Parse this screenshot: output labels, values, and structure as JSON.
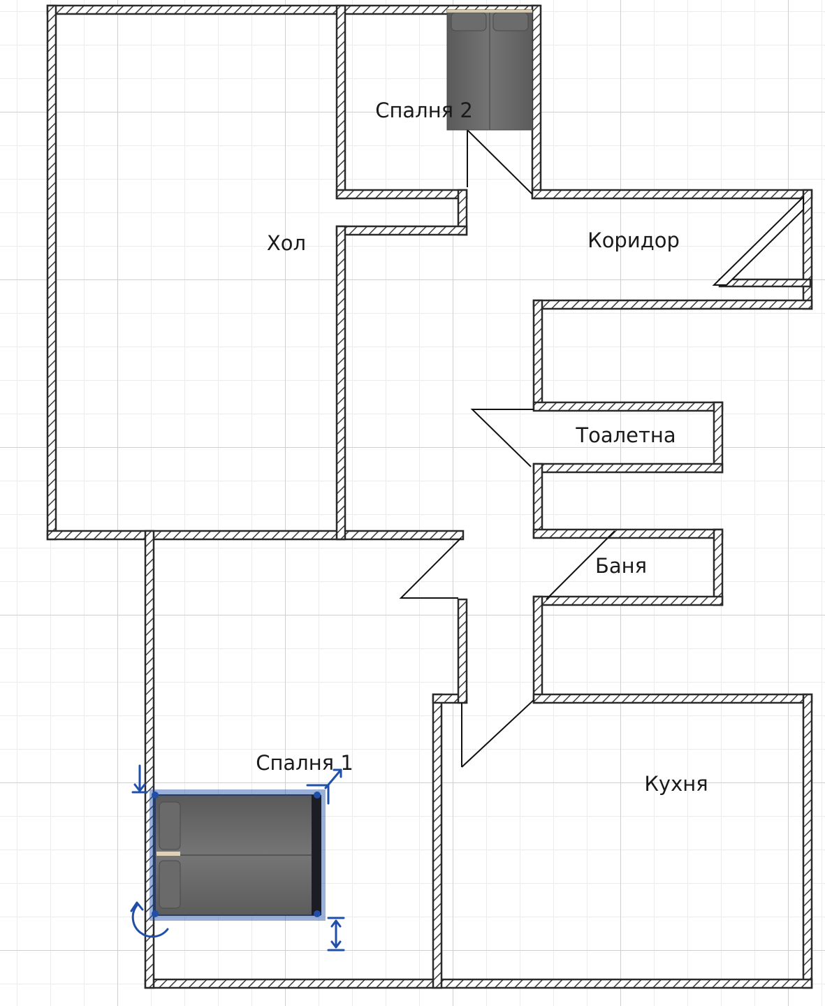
{
  "rooms": {
    "hall": "Хол",
    "bedroom2": "Спалня 2",
    "corridor": "Коридор",
    "toilet": "Тоалетна",
    "bath": "Баня",
    "bedroom1": "Спалня 1",
    "kitchen": "Кухня"
  },
  "colors": {
    "wall_outline": "#2a2a2a",
    "wall_fill": "#ffffff",
    "grid_major": "#cfcfcf",
    "grid_minor": "#ececec",
    "furniture": "#606060",
    "selection": "#1f4fa8"
  },
  "furniture": [
    {
      "type": "double-bed",
      "room": "Спалня 2",
      "selected": false
    },
    {
      "type": "double-bed",
      "room": "Спалня 1",
      "selected": true
    }
  ],
  "selection_handles": [
    "elevation-icon",
    "rotate-icon",
    "resize-icon",
    "height-icon"
  ]
}
